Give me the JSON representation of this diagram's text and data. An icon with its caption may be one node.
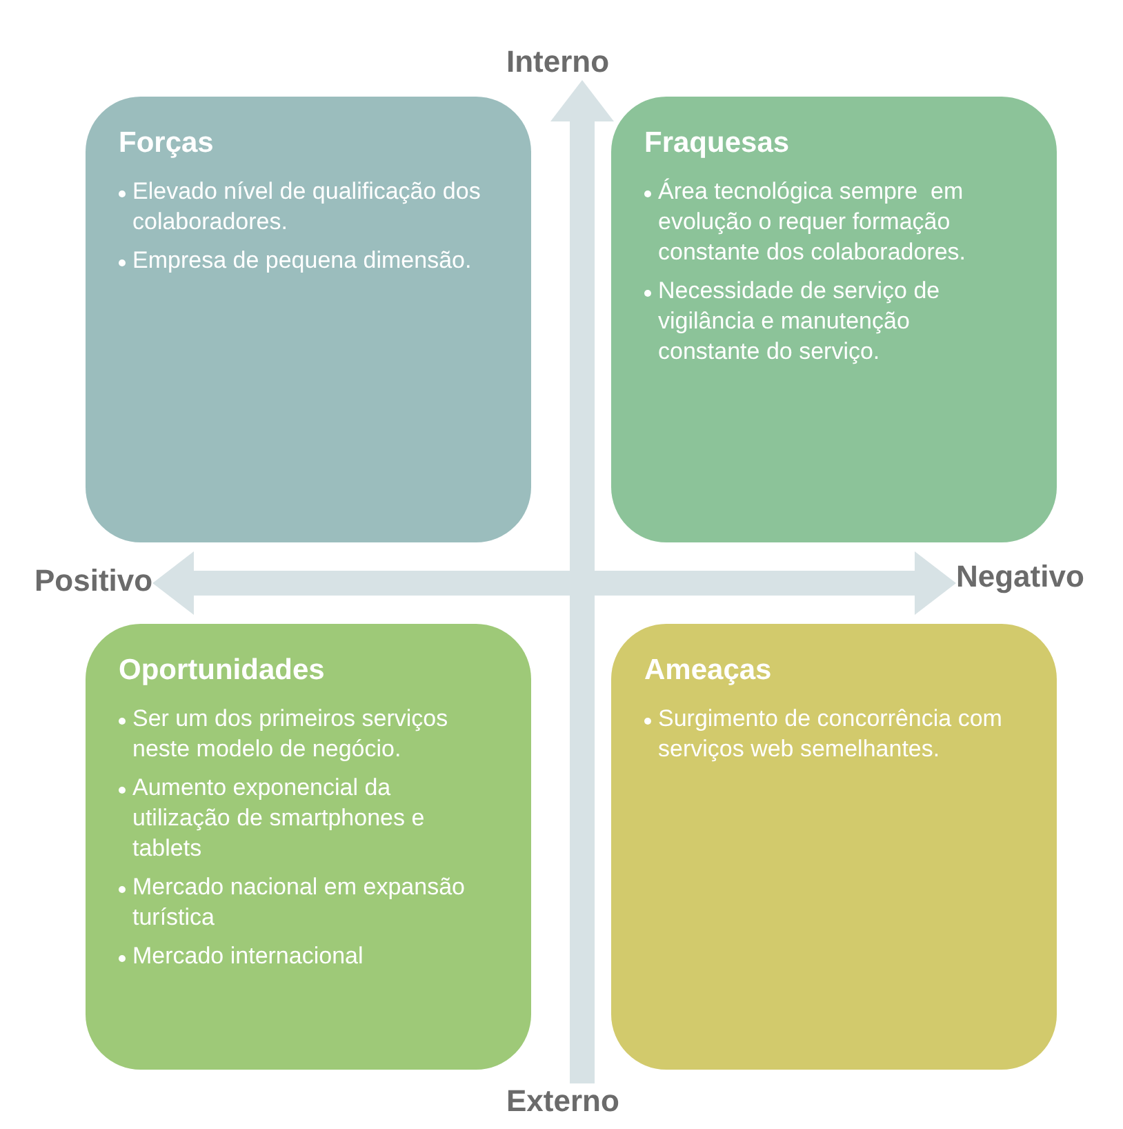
{
  "diagram": {
    "nodes": [
      {
        "text": [
          "Forças",
          "Elevado nível de qualificação dos colaboradores.",
          "Empresa de pequena dimensão."
        ]
      },
      {
        "text": [
          "Fraquesas",
          "Área tecnológica sempre  em evolução o requer formação constante dos colaboradores.",
          "Necessidade de serviço de vigilância e manutenção constante do serviço."
        ]
      },
      {
        "text": [
          "Oportunidades",
          "Ser um dos primeiros serviços neste modelo de negócio.",
          "Aumento exponencial da utilização de smartphones e tablets",
          "Mercado nacional em expansão turística",
          "Mercado internacional"
        ]
      },
      {
        "text": [
          "Ameaças",
          "Surgimento de concorrência com serviços web semelhantes."
        ]
      },
      {
        "text": [
          "Interno"
        ]
      },
      {
        "text": [
          "Positivo"
        ]
      },
      {
        "text": [
          "Negativo"
        ]
      },
      {
        "text": [
          "Externo"
        ]
      }
    ],
    "edges": [
      {
        "from": 7,
        "to": 4,
        "arrow": "to"
      },
      {
        "from": 5,
        "to": 6,
        "arrow": "both"
      }
    ]
  }
}
